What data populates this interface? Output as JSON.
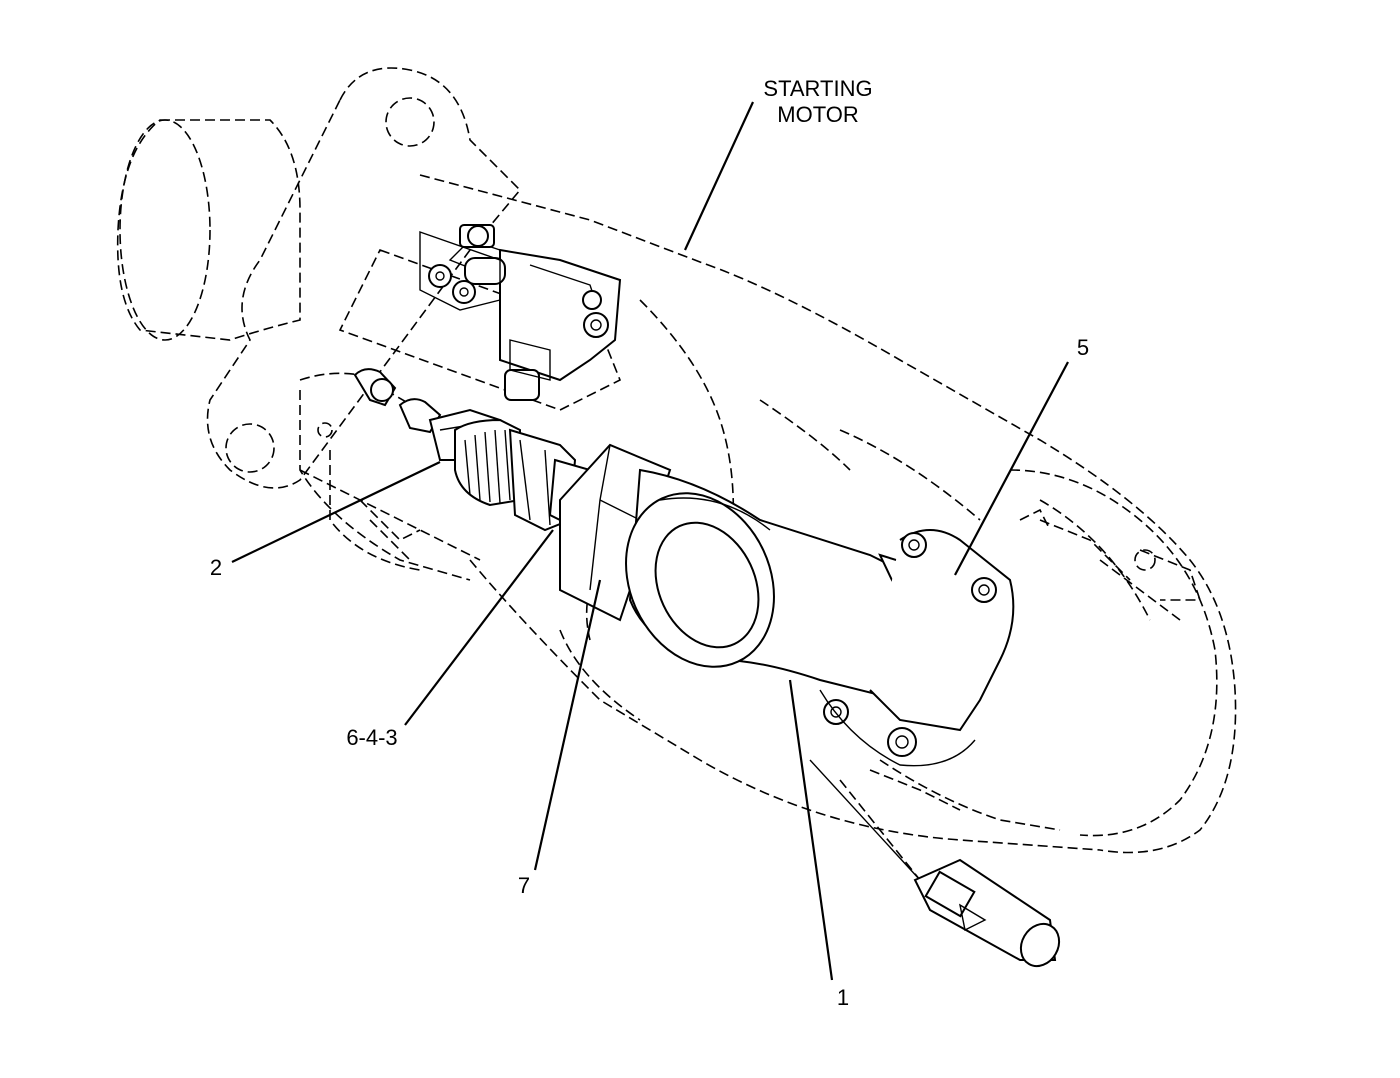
{
  "diagram": {
    "callouts": {
      "starting_motor_line1": "STARTING",
      "starting_motor_line2": "MOTOR",
      "c5": "5",
      "c2": "2",
      "c643": "6-4-3",
      "c7": "7",
      "c1": "1"
    },
    "colors": {
      "line": "#000000",
      "background": "#ffffff"
    }
  }
}
